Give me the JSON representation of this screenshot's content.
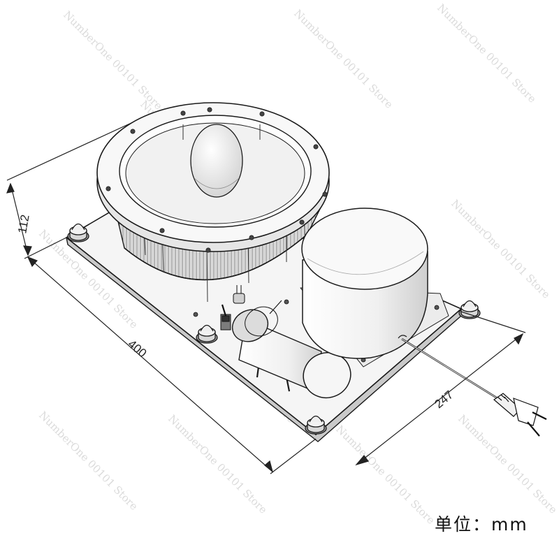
{
  "dimensions": {
    "height": "112",
    "length": "400",
    "width": "247"
  },
  "unit_label": "单位：mm",
  "watermark": "NumberOne 00101 Store",
  "colors": {
    "line": "#1a1a1a",
    "fill_light": "#f4f4f4",
    "fill_dark": "#b9b9b9",
    "watermark": "#cfcfcf"
  }
}
